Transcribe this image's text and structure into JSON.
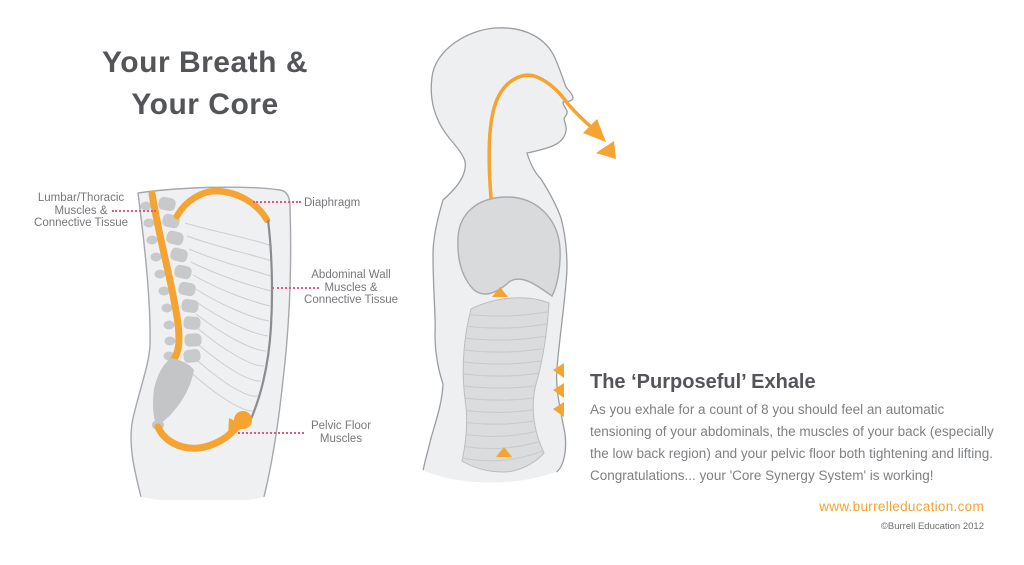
{
  "title": {
    "text": "Your Breath &\nYour Core"
  },
  "anatomy_diagram": {
    "labels": {
      "lumbar": "Lumbar/Thoracic\nMuscles &\nConnective Tissue",
      "diaphragm": "Diaphragm",
      "abdominal": "Abdominal Wall\nMuscles &\nConnective Tissue",
      "pelvic": "Pelvic Floor\nMuscles"
    }
  },
  "exhale_section": {
    "heading": "The ‘Purposeful’ Exhale",
    "body": "As you exhale for a count of 8 you should feel an automatic\ntensioning of your abdominals, the muscles of your back (especially\nthe low back region) and your pelvic floor both tightening and lifting.\nCongratulations... your 'Core Synergy System' is working!"
  },
  "footer": {
    "website": "www.burrelleducation.com",
    "copyright": "©Burrell Education 2012"
  },
  "icons": {
    "exhale_arrow": "exhale-flow-arrow",
    "diaphragm_lift": "diaphragm-lift-triangle",
    "core_tension": "inward-tension-triangles",
    "pelvic_lift": "pelvic-floor-lift-triangle"
  },
  "colors": {
    "orange": "#F5A331",
    "leader_pink": "#E25880",
    "heading_gray": "#545559",
    "body_text_gray": "#7E8083",
    "label_gray": "#77787B",
    "outline_gray": "#A6A8AB",
    "body_fill": "#EFF0F2",
    "organ_fill": "#D8DADC"
  }
}
